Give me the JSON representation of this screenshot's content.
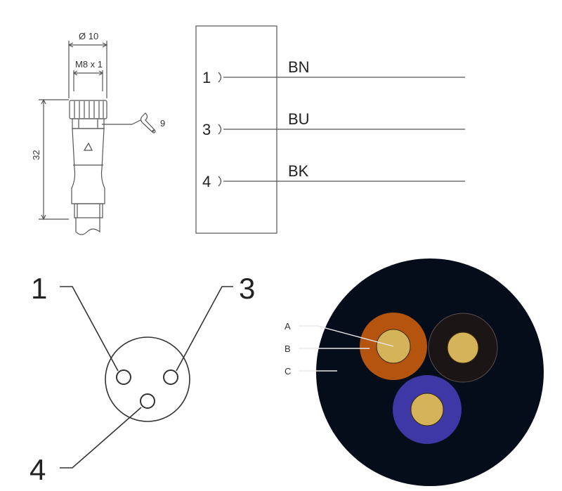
{
  "dimensions": {
    "diameter": "Ø 10",
    "thread": "M8 x 1",
    "wrench_size": "9",
    "length": "32"
  },
  "wiring": [
    {
      "pin": "1",
      "color_code": "BN"
    },
    {
      "pin": "3",
      "color_code": "BU"
    },
    {
      "pin": "4",
      "color_code": "BK"
    }
  ],
  "pinout": {
    "pins": [
      "1",
      "3",
      "4"
    ]
  },
  "cable": {
    "labels": [
      "A",
      "B",
      "C"
    ],
    "colors": {
      "sheath": "#060d1a",
      "brown": "#b5540f",
      "black": "#1b1515",
      "blue": "#3d38a6",
      "copper": "#d4b35a"
    }
  }
}
